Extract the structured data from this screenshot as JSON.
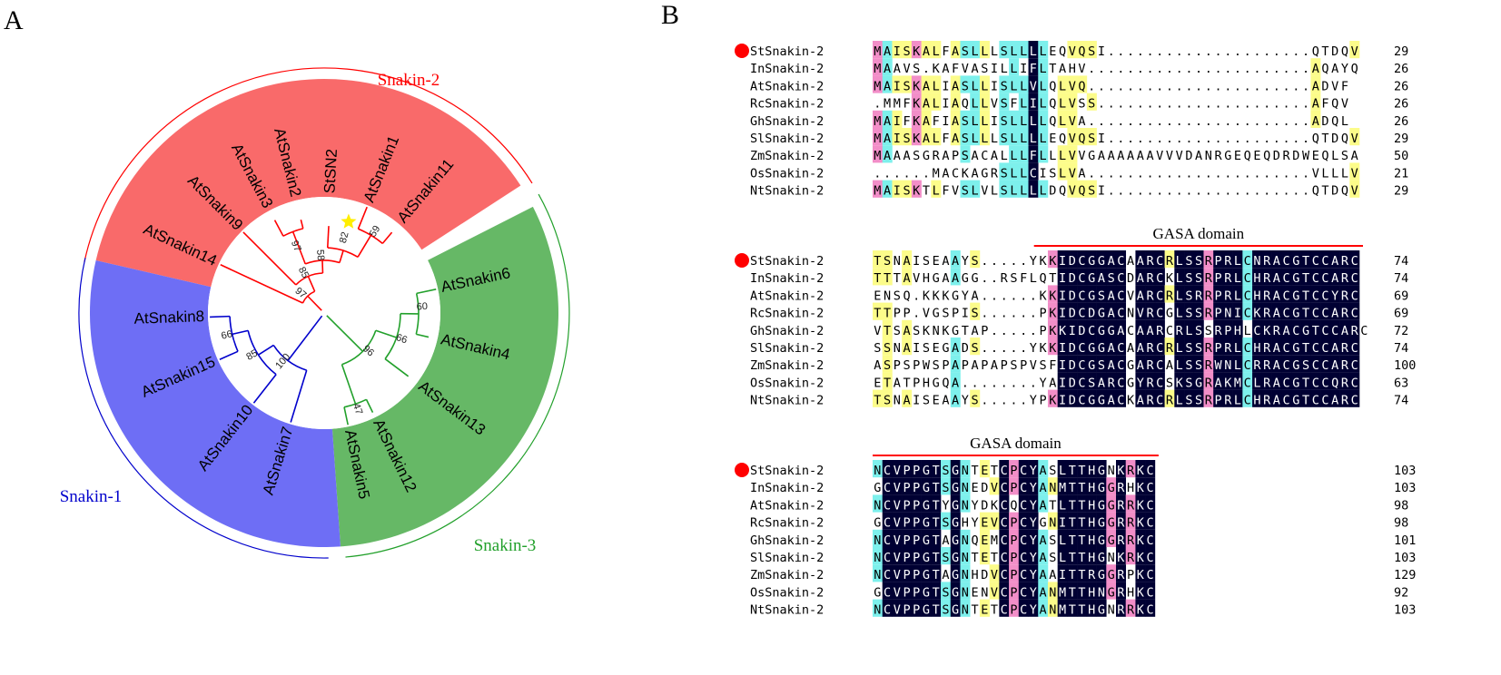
{
  "panels": {
    "a": "A",
    "b": "B"
  },
  "tree": {
    "clades": [
      {
        "key": "snakin2",
        "label": "Snakin-2",
        "color": "#ff0000",
        "fill": "#f96a6a",
        "from": -77,
        "to": 57
      },
      {
        "key": "snakin3",
        "label": "Snakin-3",
        "color": "#22a02b",
        "fill": "#66b866",
        "from": 63,
        "to": 176
      },
      {
        "key": "snakin1",
        "label": "Snakin-1",
        "color": "#0000cc",
        "fill": "#6e6ef5",
        "from": 176,
        "to": 283
      }
    ],
    "leaves": [
      {
        "name": "AtSnakin14",
        "angle": -65,
        "clade": "snakin2"
      },
      {
        "name": "AtSnakin9",
        "angle": -45,
        "clade": "snakin2"
      },
      {
        "name": "AtSnakin3",
        "angle": -28,
        "clade": "snakin2"
      },
      {
        "name": "AtSnakin2",
        "angle": -14,
        "clade": "snakin2"
      },
      {
        "name": "StSN2",
        "angle": 3,
        "clade": "snakin2"
      },
      {
        "name": "AtSnakin1",
        "angle": 22,
        "clade": "snakin2"
      },
      {
        "name": "AtSnakin11",
        "angle": 40,
        "clade": "snakin2"
      },
      {
        "name": "AtSnakin6",
        "angle": 78,
        "clade": "snakin3"
      },
      {
        "name": "AtSnakin4",
        "angle": 103,
        "clade": "snakin3"
      },
      {
        "name": "AtSnakin13",
        "angle": 127,
        "clade": "snakin3"
      },
      {
        "name": "AtSnakin12",
        "angle": 154,
        "clade": "snakin3"
      },
      {
        "name": "AtSnakin5",
        "angle": 168,
        "clade": "snakin3"
      },
      {
        "name": "AtSnakin7",
        "angle": 197,
        "clade": "snakin1"
      },
      {
        "name": "AtSnakin10",
        "angle": 218,
        "clade": "snakin1"
      },
      {
        "name": "AtSnakin15",
        "angle": 246,
        "clade": "snakin1"
      },
      {
        "name": "AtSnakin8",
        "angle": 268,
        "clade": "snakin1"
      }
    ],
    "bootstraps": [
      "97",
      "58",
      "82",
      "59",
      "85",
      "97",
      "60",
      "66",
      "96",
      "47",
      "66",
      "85",
      "100"
    ],
    "star_color": "#ffee00"
  },
  "alignment": {
    "marker_color": "#ff0000",
    "domain_label": "GASA domain",
    "domain_color": "#ff0000",
    "shade": {
      "cyan": "#7df0ec",
      "pink": "#f28ec8",
      "yellow": "#fcfc8a",
      "black": "#000033"
    },
    "blocks": [
      {
        "domain": false,
        "rows": [
          {
            "name": "StSnakin-2",
            "seq": "MAISKALFASLLLSLLLLEQVQSI.....................QTDQV",
            "end": "29",
            "marked": true
          },
          {
            "name": "InSnakin-2",
            "seq": "MAAVS.KAFVASILLIFLTAHV.......................AQAYQ",
            "end": "26",
            "marked": false
          },
          {
            "name": "AtSnakin-2",
            "seq": "MAISKALIASLLISLLVLQLVQ.......................ADVF",
            "end": "26",
            "marked": false
          },
          {
            "name": "RcSnakin-2",
            "seq": ".MMFKALIAQLLVSFLILQLVSS......................AFQV",
            "end": "26",
            "marked": false
          },
          {
            "name": "GhSnakin-2",
            "seq": "MAIFKAFIASLLISLLLLQLVA.......................ADQL",
            "end": "26",
            "marked": false
          },
          {
            "name": "SlSnakin-2",
            "seq": "MAISKALFASLLLSLLLLEQVQSI.....................QTDQV",
            "end": "29",
            "marked": false
          },
          {
            "name": "ZmSnakin-2",
            "seq": "MAAASGRAPSACALLLFLLLVVGAAAAAAVVVDANRGEQEQDRDWEQLSA",
            "end": "50",
            "marked": false
          },
          {
            "name": "OsSnakin-2",
            "seq": "......MACKAGRSLLCISLVA.......................VLLLV",
            "end": "21",
            "marked": false
          },
          {
            "name": "NtSnakin-2",
            "seq": "MAISKTLFVSLVLSLLLLDQVQSI.....................QTDQV",
            "end": "29",
            "marked": false
          }
        ]
      },
      {
        "domain": true,
        "rows": [
          {
            "name": "StSnakin-2",
            "seq": "TSNAISEAAYS.....YKKIDCGGACAARCRLSSRPRLCNRACGTCCARC",
            "end": "74",
            "marked": true
          },
          {
            "name": "InSnakin-2",
            "seq": "TTTAVHGAAGG..RSFLQTIDCGASCDARCKLSSRPRLCHRACGTCCARC",
            "end": "74",
            "marked": false
          },
          {
            "name": "AtSnakin-2",
            "seq": "ENSQ.KKKGYA......KKIDCGSACVARCRLSRRPRLCHRACGTCCYRC",
            "end": "69",
            "marked": false
          },
          {
            "name": "RcSnakin-2",
            "seq": "TTPP.VGSPIS......PKIDCDGACNVRCGLSSRPNICKRACGTCCARC",
            "end": "69",
            "marked": false
          },
          {
            "name": "GhSnakin-2",
            "seq": "VTSASKNKGTAP.....PKKIDCGGACAARCRLSSRPHLCKRACGTCCARC",
            "end": "72",
            "marked": false
          },
          {
            "name": "SlSnakin-2",
            "seq": "SSNAISEGADS.....YKKIDCGGACAARCRLSSRPRLCHRACGTCCARC",
            "end": "74",
            "marked": false
          },
          {
            "name": "ZmSnakin-2",
            "seq": "ASPSPWSPAPAPAPSPVSFIDCGSACGARCALSSRWNLCRRACGSCCARC",
            "end": "100",
            "marked": false
          },
          {
            "name": "OsSnakin-2",
            "seq": "ETATPHGQA........YAIDCSARCGYRCSKSGRAKMCLRACGTCCQRC",
            "end": "63",
            "marked": false
          },
          {
            "name": "NtSnakin-2",
            "seq": "TSNAISEAAYS.....YPKIDCGGACKARCRLSSRPRLCHRACGTCCARC",
            "end": "74",
            "marked": false
          }
        ]
      },
      {
        "domain": true,
        "rows": [
          {
            "name": "StSnakin-2",
            "seq": "NCVPPGTSGNTETCPCYASLTTHGNKRKC",
            "end": "103",
            "marked": true
          },
          {
            "name": "InSnakin-2",
            "seq": "GCVPPGTSGNEDVCPCYANMTTHGGRHKC",
            "end": "103",
            "marked": false
          },
          {
            "name": "AtSnakin-2",
            "seq": "NCVPPGTYGNYDKCQCYATLTTHGGRRKC",
            "end": "98",
            "marked": false
          },
          {
            "name": "RcSnakin-2",
            "seq": "GCVPPGTSGHYEVCPCYGNITTHGGRRKC",
            "end": "98",
            "marked": false
          },
          {
            "name": "GhSnakin-2",
            "seq": "NCVPPGTAGNQEMCPCYASLTTHGGRRKC",
            "end": "101",
            "marked": false
          },
          {
            "name": "SlSnakin-2",
            "seq": "NCVPPGTSGNTETCPCYASLTTHGNKRKC",
            "end": "103",
            "marked": false
          },
          {
            "name": "ZmSnakin-2",
            "seq": "NCVPPGTAGNHDVCPCYAAITTRGGRPKC",
            "end": "129",
            "marked": false
          },
          {
            "name": "OsSnakin-2",
            "seq": "GCVPPGTSGNENVCPCYANMTTHNGRHKC",
            "end": "92",
            "marked": false
          },
          {
            "name": "NtSnakin-2",
            "seq": "NCVPPGTSGNTETCPCYANMTTHGNRRKC",
            "end": "103",
            "marked": false
          }
        ]
      }
    ]
  }
}
